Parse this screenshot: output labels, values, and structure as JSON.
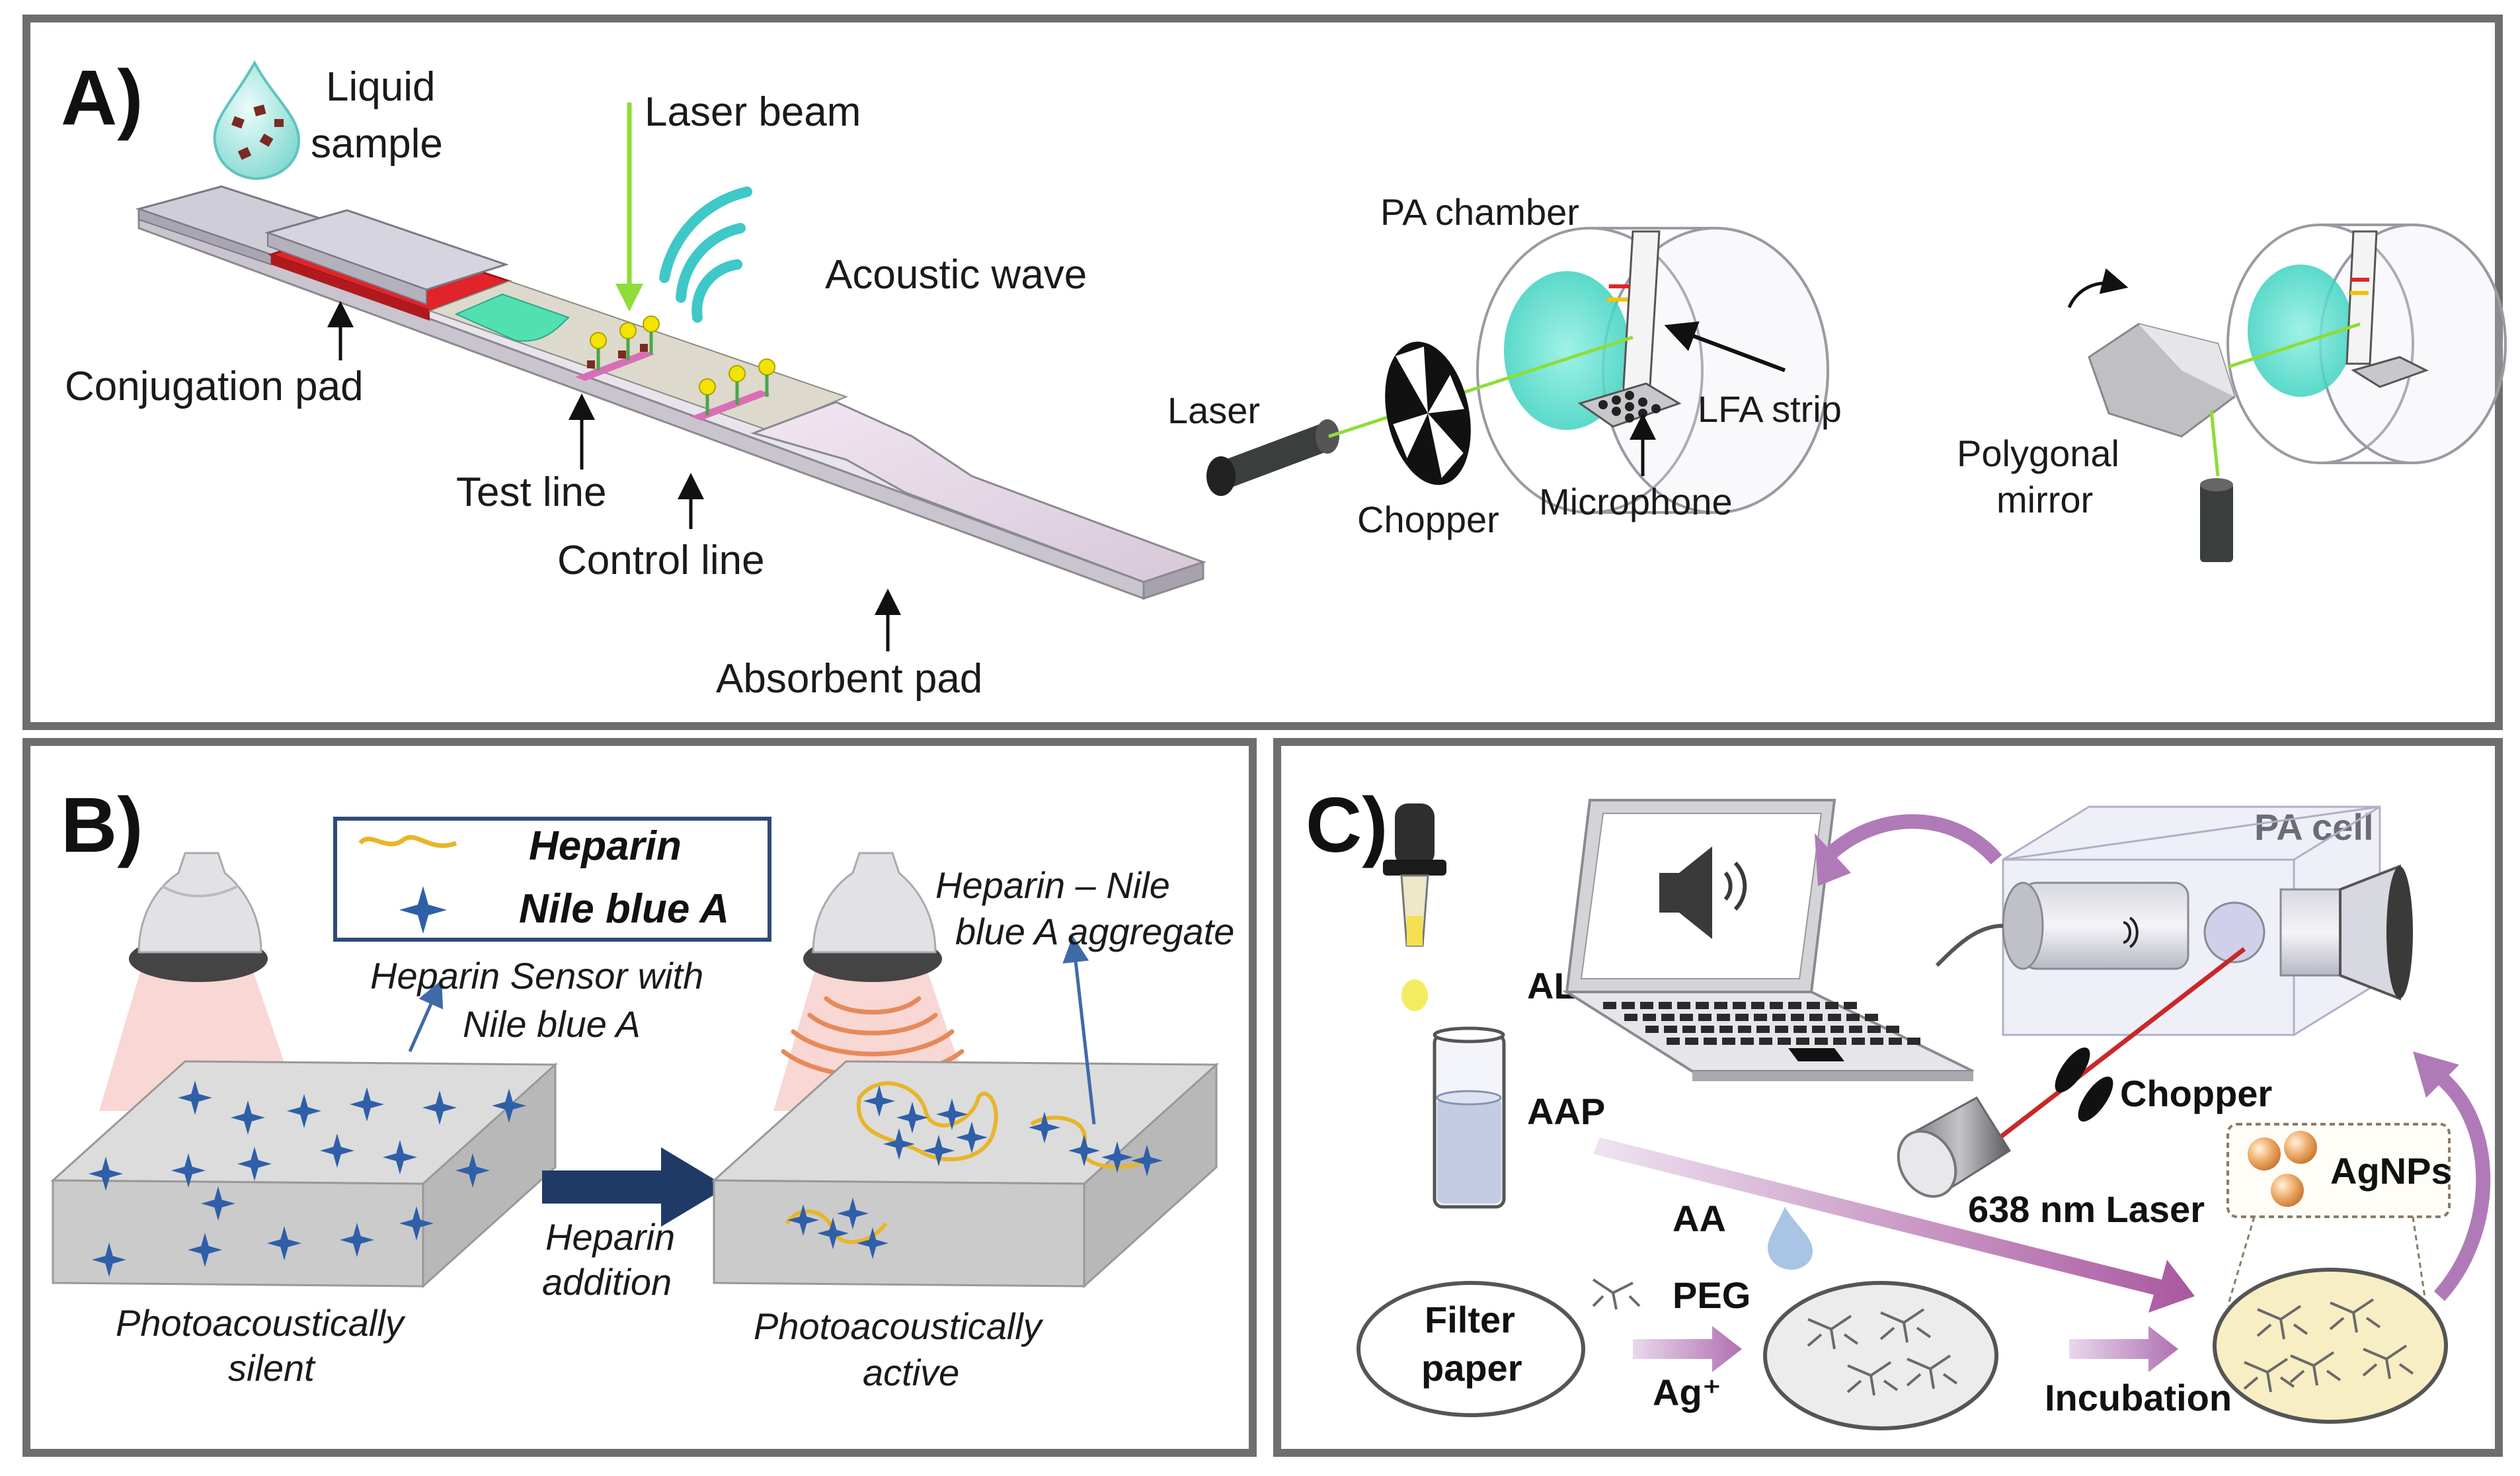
{
  "panelA": {
    "label": "A)",
    "liquid_sample_1": "Liquid",
    "liquid_sample_2": "sample",
    "laser_beam": "Laser beam",
    "acoustic_wave": "Acoustic wave",
    "conjugation_pad": "Conjugation  pad",
    "test_line": "Test line",
    "control_line": "Control line",
    "absorbent_pad": "Absorbent pad",
    "pa_chamber": "PA chamber",
    "laser": "Laser",
    "chopper": "Chopper",
    "microphone": "Microphone",
    "lfa_strip": "LFA strip",
    "polygonal_1": "Polygonal",
    "polygonal_2": "mirror"
  },
  "panelB": {
    "label": "B)",
    "legend_heparin": "Heparin",
    "legend_nile": "Nile blue A",
    "sensor_1": "Heparin Sensor with",
    "sensor_2": "Nile blue A",
    "aggregate_1": "Heparin – Nile",
    "aggregate_2": "blue A aggregate",
    "addition_1": "Heparin",
    "addition_2": "addition",
    "silent_1": "Photoacoustically",
    "silent_2": "silent",
    "active_1": "Photoacoustically",
    "active_2": "active"
  },
  "panelC": {
    "label": "C)",
    "pa_cell": "PA cell",
    "alp": "ALP",
    "aap": "AAP",
    "chopper": "Chopper",
    "laser": "638 nm Laser",
    "agnps": "AgNPs",
    "aa": "AA",
    "peg": "PEG",
    "filter_1": "Filter",
    "filter_2": "paper",
    "ag_ion": "Ag⁺",
    "incubation": "Incubation"
  },
  "colors": {
    "frame": "#6e6e6e",
    "laser_green": "#8fdc3a",
    "acoustic_cyan": "#3fc8c8",
    "conjugation_red": "#e0242a",
    "star_blue": "#2f5fa8",
    "heparin_yellow": "#e8b52a",
    "arrow_navy": "#1f3a66",
    "purple_arrow": "#b07ab8",
    "laser_red": "#c8282a"
  }
}
